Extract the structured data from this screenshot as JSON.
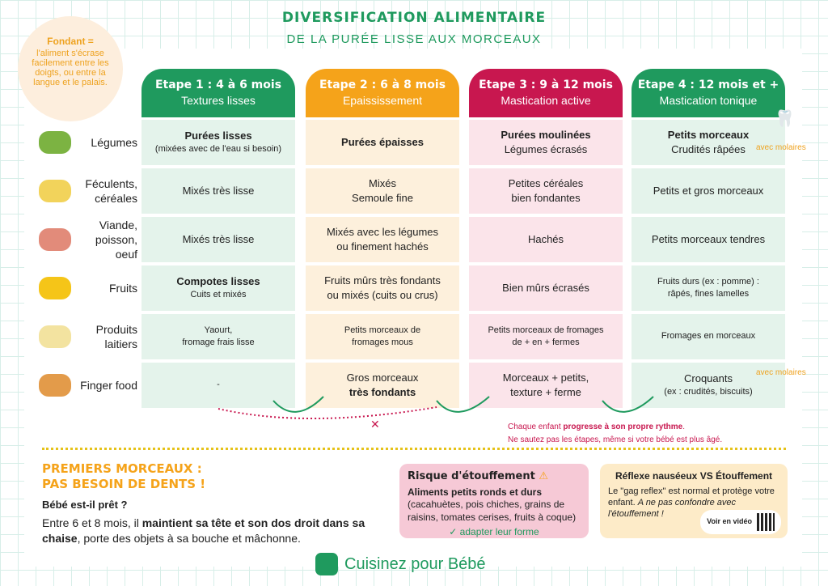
{
  "title": "DIVERSIFICATION ALIMENTAIRE",
  "subtitle": "DE LA PURÉE LISSE AUX MORCEAUX",
  "fondant": {
    "term": "Fondant =",
    "definition": "l'aliment s'écrase facilement entre les doigts, ou entre la langue et le palais."
  },
  "stages": [
    {
      "title": "Etape 1 : 4 à 6 mois",
      "subtitle": "Textures lisses",
      "color": "#1f9a5e",
      "bg": "#e4f3eb"
    },
    {
      "title": "Etape 2 : 6 à 8 mois",
      "subtitle": "Epaississement",
      "color": "#f5a31a",
      "bg": "#fdf0dc"
    },
    {
      "title": "Etape 3 : 9 à 12 mois",
      "subtitle": "Mastication active",
      "color": "#c8174f",
      "bg": "#fbe4ea"
    },
    {
      "title": "Etape 4 : 12 mois et +",
      "subtitle": "Mastication tonique",
      "color": "#1f9a5e",
      "bg": "#e4f3eb"
    }
  ],
  "rows": [
    {
      "label": "Légumes",
      "cells": [
        {
          "b": "Purées lisses",
          "s": "(mixées avec de l'eau si besoin)"
        },
        {
          "b": "Purées épaisses"
        },
        {
          "b": "Purées moulinées",
          "t": "Légumes écrasés"
        },
        {
          "b": "Petits morceaux",
          "t": "Crudités râpées"
        }
      ]
    },
    {
      "label": "Féculents, céréales",
      "cells": [
        {
          "t": "Mixés très lisse"
        },
        {
          "t": "Mixés",
          "t2": "Semoule fine"
        },
        {
          "t": "Petites céréales",
          "t2": "bien fondantes"
        },
        {
          "t": "Petits et gros morceaux"
        }
      ]
    },
    {
      "label": "Viande, poisson, oeuf",
      "cells": [
        {
          "t": "Mixés très lisse"
        },
        {
          "t": "Mixés avec les légumes",
          "t2": "ou finement hachés"
        },
        {
          "t": "Hachés"
        },
        {
          "t": "Petits morceaux tendres"
        }
      ]
    },
    {
      "label": "Fruits",
      "cells": [
        {
          "b": "Compotes lisses",
          "s": "Cuits et mixés"
        },
        {
          "t": "Fruits mûrs très fondants",
          "t2": "ou mixés (cuits ou crus)"
        },
        {
          "t": "Bien mûrs écrasés"
        },
        {
          "s": "Fruits durs (ex : pomme) :",
          "s2": "râpés, fines lamelles"
        }
      ]
    },
    {
      "label": "Produits laitiers",
      "cells": [
        {
          "s": "Yaourt,",
          "s2": "fromage frais lisse"
        },
        {
          "s": "Petits morceaux de",
          "s2": "fromages mous"
        },
        {
          "s": "Petits morceaux de fromages",
          "s2": "de + en + fermes"
        },
        {
          "s": "Fromages en morceaux"
        }
      ]
    },
    {
      "label": "Finger food",
      "cells": [
        {
          "s": "-"
        },
        {
          "t": "Gros morceaux",
          "b": "très fondants"
        },
        {
          "t": "Morceaux + petits,",
          "t2": "texture + ferme"
        },
        {
          "t": "Croquants",
          "s": "(ex : crudités, biscuits)"
        }
      ]
    }
  ],
  "molars": "avec molaires",
  "rhythm": {
    "line1a": "Chaque enfant ",
    "line1b": "progresse à son propre rythme",
    "line1c": ".",
    "line2": "Ne sautez pas les étapes, même si votre bébé est plus âgé."
  },
  "first": {
    "title1": "PREMIERS MORCEAUX :",
    "title2": "PAS BESOIN DE DENTS !",
    "ready": "Bébé est-il prêt ?",
    "text1": "Entre 6 et 8 mois, il ",
    "text2": "maintient sa tête et son dos droit dans sa chaise",
    "text3": ", porte des objets à sa bouche et mâchonne."
  },
  "risk": {
    "title": "Risque d'étouffement",
    "sub": "Aliments petits ronds et durs",
    "text": "(cacahuètes, pois chiches, grains de raisins, tomates cerises, fruits à coque)",
    "tip": "adapter leur forme"
  },
  "reflex": {
    "title": "Réflexe nauséeux VS Étouffement",
    "text": "Le \"gag reflex\" est normal et protège votre enfant. ",
    "italic": "A ne pas confondre avec l'étouffement !",
    "video": "Voir en vidéo"
  },
  "brand": "Cuisinez pour Bébé"
}
